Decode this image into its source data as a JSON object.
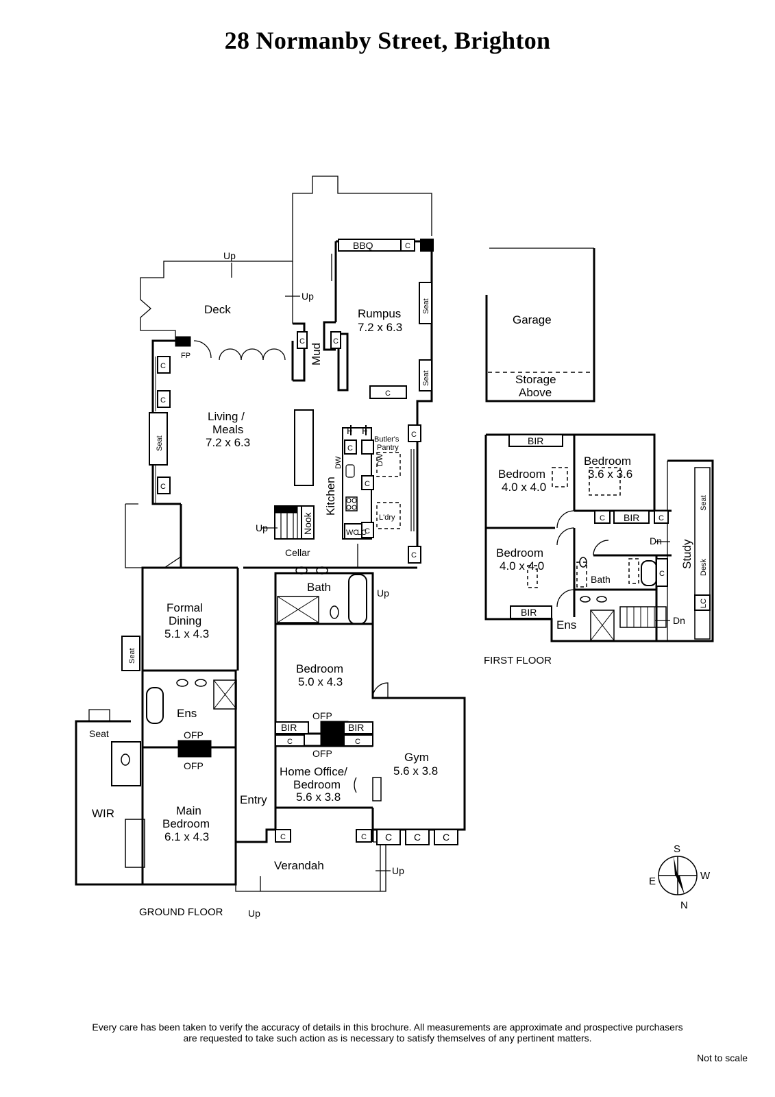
{
  "title": "28 Normanby Street, Brighton",
  "floors": {
    "ground": "GROUND FLOOR",
    "first": "FIRST FLOOR"
  },
  "ground": {
    "up": "Up",
    "deck": "Deck",
    "rumpus": {
      "name": "Rumpus",
      "size": "7.2 x 6.3"
    },
    "bbq": "BBQ",
    "seat": "Seat",
    "cupboard": "C",
    "fp": "FP",
    "mud": "Mud",
    "living": {
      "line1": "Living /",
      "line2": "Meals",
      "size": "7.2 x 6.3"
    },
    "kitchen": "Kitchen",
    "dw": "DW",
    "fridge": "F",
    "butlers": {
      "line1": "Butler's",
      "line2": "Pantry"
    },
    "laundry": "L'dry",
    "wc": "WC",
    "lc": "LC",
    "nook": "Nook",
    "cellar": "Cellar",
    "bath": "Bath",
    "formal": {
      "line1": "Formal",
      "line2": "Dining",
      "size": "5.1 x 4.3"
    },
    "bedroom": {
      "name": "Bedroom",
      "size": "5.0 x 4.3"
    },
    "ens": "Ens",
    "ofp": "OFP",
    "bir": "BIR",
    "office": {
      "line1": "Home Office/",
      "line2": "Bedroom",
      "size": "5.6 x 3.8"
    },
    "gym": {
      "name": "Gym",
      "size": "5.6 x 3.8"
    },
    "main": {
      "line1": "Main",
      "line2": "Bedroom",
      "size": "6.1 x 4.3"
    },
    "wir": "WIR",
    "entry": "Entry",
    "verandah": "Verandah"
  },
  "garage": {
    "name": "Garage",
    "storage1": "Storage",
    "storage2": "Above"
  },
  "first": {
    "bed1": {
      "name": "Bedroom",
      "size": "4.0 x 4.0"
    },
    "bed2": {
      "name": "Bedroom",
      "size": "3.6 x 3.6"
    },
    "bed3": {
      "name": "Bedroom",
      "size": "4.0 x 4.0"
    },
    "bir": "BIR",
    "cupboard": "C",
    "dn": "Dn",
    "study": "Study",
    "seat": "Seat",
    "desk": "Desk",
    "lc": "LC",
    "bath": "Bath",
    "ens": "Ens"
  },
  "compass": {
    "s": "S",
    "w": "W",
    "e": "E",
    "n": "N"
  },
  "footer": {
    "line1": "Every care has been taken to verify the accuracy of details in this brochure.  All measurements are approximate and prospective purchasers",
    "line2": "are requested to take such action as is necessary to satisfy themselves of any pertinent matters.",
    "not_to_scale": "Not to scale"
  }
}
